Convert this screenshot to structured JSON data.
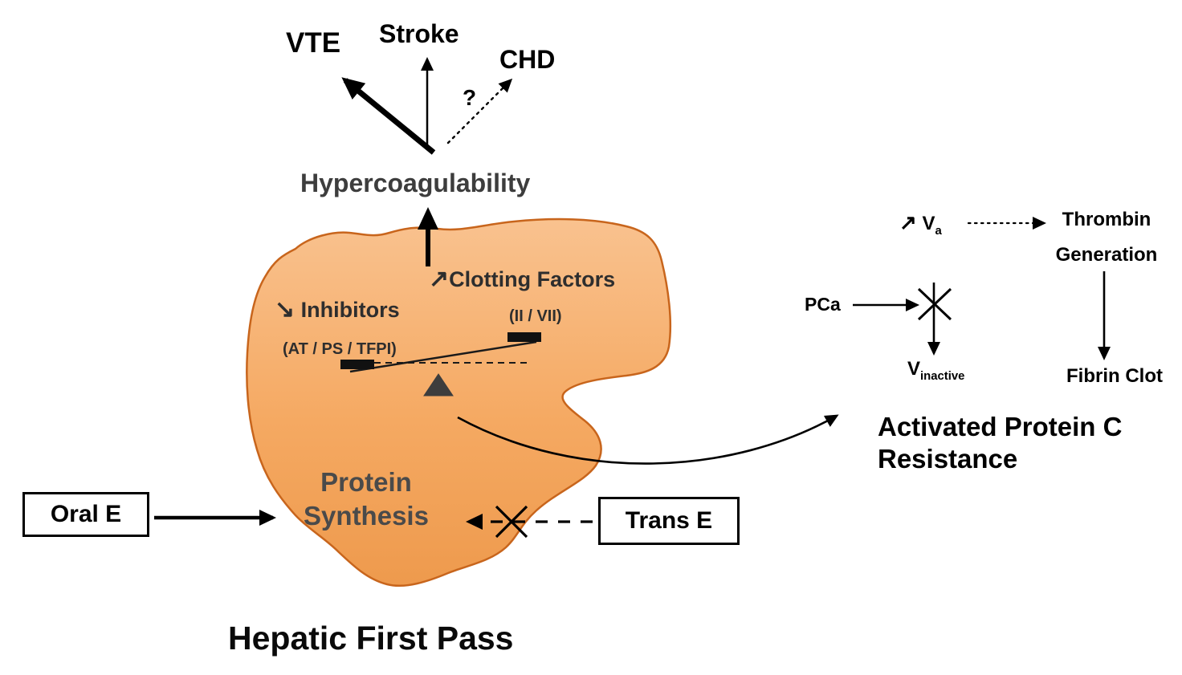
{
  "outcomes": {
    "vte": "VTE",
    "stroke": "Stroke",
    "chd": "CHD",
    "uncertainty": "?"
  },
  "hypercoagulability": "Hypercoagulability",
  "liver": {
    "clotting_factors": {
      "icon": "↗",
      "text": "Clotting Factors",
      "detail": "(II / VII)"
    },
    "inhibitors": {
      "icon": "↘",
      "text": " Inhibitors",
      "detail": "(AT / PS / TFPI)"
    },
    "protein_synthesis": {
      "line1": "Protein",
      "line2": "Synthesis"
    }
  },
  "inputs": {
    "oral": "Oral E",
    "trans": "Trans E"
  },
  "title": "Hepatic First Pass",
  "apc": {
    "va": {
      "icon": "↗",
      "base": "V",
      "sub": "a"
    },
    "thrombin": {
      "line1": "Thrombin",
      "line2": "Generation"
    },
    "pca": "PCa",
    "v_inactive": {
      "base": "V",
      "sub": "inactive"
    },
    "fibrin_clot": "Fibrin Clot",
    "caption": {
      "line1": "Activated Protein C",
      "line2": "Resistance"
    }
  },
  "colors": {
    "liver_fill_top": "#f9c28f",
    "liver_fill_bottom": "#ee9a4d",
    "liver_stroke": "#c8651c",
    "balance_dark": "#3d3d3d",
    "text_dark": "#3d3d3d",
    "arrow_black": "#000000"
  }
}
